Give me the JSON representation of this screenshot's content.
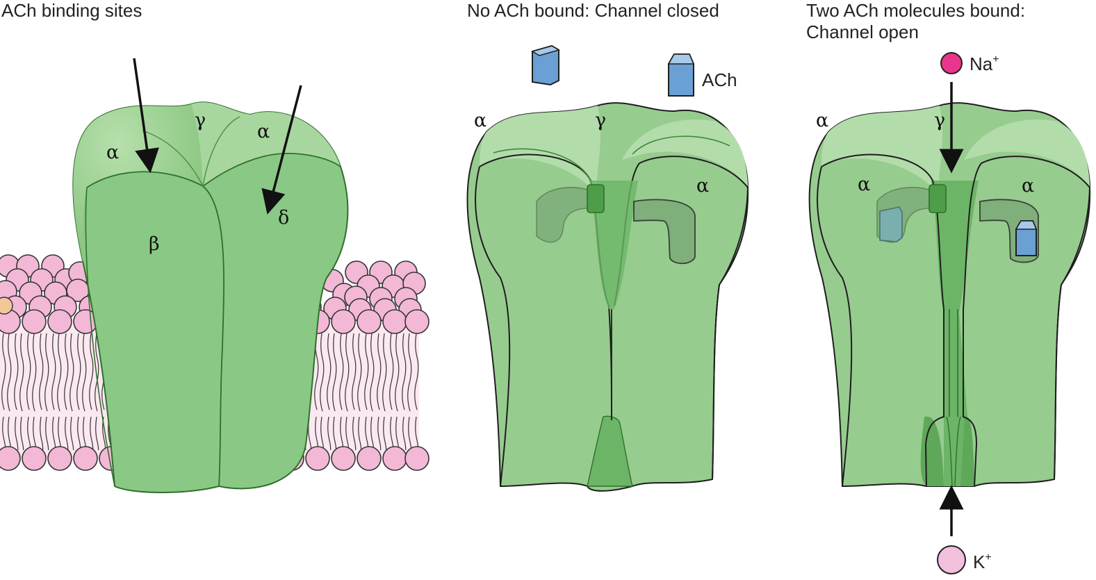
{
  "panels": [
    {
      "title": "ACh binding sites",
      "subunits": {
        "alpha_left": "α",
        "gamma": "γ",
        "alpha_right": "α",
        "beta": "β",
        "delta": "δ"
      }
    },
    {
      "title": "No ACh bound: Channel closed",
      "subunits": {
        "alpha_outer": "α",
        "gamma": "γ",
        "alpha_inner": "α"
      },
      "ligand_label": "ACh"
    },
    {
      "title_line1": "Two ACh molecules bound:",
      "title_line2": "Channel open",
      "subunits": {
        "alpha_outer": "α",
        "gamma": "γ",
        "alpha_left_inner": "α",
        "alpha_right_inner": "α"
      },
      "ion_in": {
        "symbol": "Na",
        "charge": "+"
      },
      "ion_out": {
        "symbol": "K",
        "charge": "+"
      }
    }
  ],
  "colors": {
    "protein": "#97cc8f",
    "protein_dark": "#6cb566",
    "protein_line": "#3e8a3a",
    "lipid_head": "#f2b8d6",
    "lipid_tail": "#fbe8f0",
    "ach": "#6aa0d4",
    "na_ion": "#e8368c",
    "k_ion": "#f2c0dc"
  }
}
